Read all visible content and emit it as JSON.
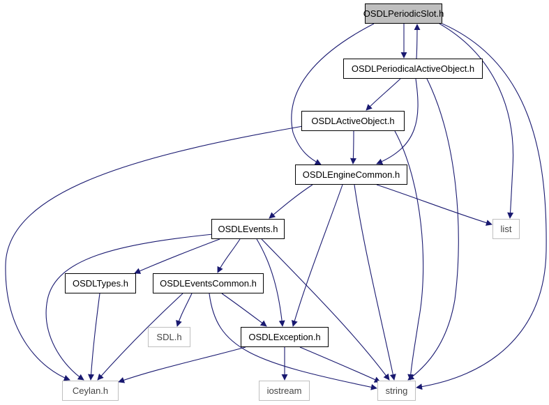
{
  "colors": {
    "edge": "#191970",
    "node_border": "#000000",
    "external_border": "#bfbfbf",
    "current_fill": "#bfbfbf"
  },
  "nodes": [
    {
      "id": "periodic_slot",
      "label": "OSDLPeriodicSlot.h",
      "kind": "current"
    },
    {
      "id": "periodical_active_object",
      "label": "OSDLPeriodicalActiveObject.h",
      "kind": "link"
    },
    {
      "id": "active_object",
      "label": "OSDLActiveObject.h",
      "kind": "link"
    },
    {
      "id": "engine_common",
      "label": "OSDLEngineCommon.h",
      "kind": "link"
    },
    {
      "id": "events",
      "label": "OSDLEvents.h",
      "kind": "link"
    },
    {
      "id": "list",
      "label": "list",
      "kind": "external"
    },
    {
      "id": "types",
      "label": "OSDLTypes.h",
      "kind": "link"
    },
    {
      "id": "events_common",
      "label": "OSDLEventsCommon.h",
      "kind": "link"
    },
    {
      "id": "sdl",
      "label": "SDL.h",
      "kind": "external"
    },
    {
      "id": "exception",
      "label": "OSDLException.h",
      "kind": "link"
    },
    {
      "id": "ceylan",
      "label": "Ceylan.h",
      "kind": "external"
    },
    {
      "id": "iostream",
      "label": "iostream",
      "kind": "external"
    },
    {
      "id": "string",
      "label": "string",
      "kind": "external"
    }
  ],
  "edges": [
    [
      "periodic_slot",
      "periodical_active_object"
    ],
    [
      "periodical_active_object",
      "periodic_slot"
    ],
    [
      "periodic_slot",
      "engine_common"
    ],
    [
      "periodic_slot",
      "list"
    ],
    [
      "periodic_slot",
      "string"
    ],
    [
      "periodical_active_object",
      "active_object"
    ],
    [
      "periodical_active_object",
      "engine_common"
    ],
    [
      "periodical_active_object",
      "string"
    ],
    [
      "active_object",
      "engine_common"
    ],
    [
      "active_object",
      "ceylan"
    ],
    [
      "active_object",
      "string"
    ],
    [
      "engine_common",
      "events"
    ],
    [
      "engine_common",
      "list"
    ],
    [
      "engine_common",
      "exception"
    ],
    [
      "engine_common",
      "string"
    ],
    [
      "events",
      "types"
    ],
    [
      "events",
      "events_common"
    ],
    [
      "events",
      "exception"
    ],
    [
      "events",
      "ceylan"
    ],
    [
      "events",
      "string"
    ],
    [
      "types",
      "ceylan"
    ],
    [
      "events_common",
      "sdl"
    ],
    [
      "events_common",
      "exception"
    ],
    [
      "events_common",
      "ceylan"
    ],
    [
      "events_common",
      "string"
    ],
    [
      "exception",
      "ceylan"
    ],
    [
      "exception",
      "iostream"
    ],
    [
      "exception",
      "string"
    ]
  ]
}
